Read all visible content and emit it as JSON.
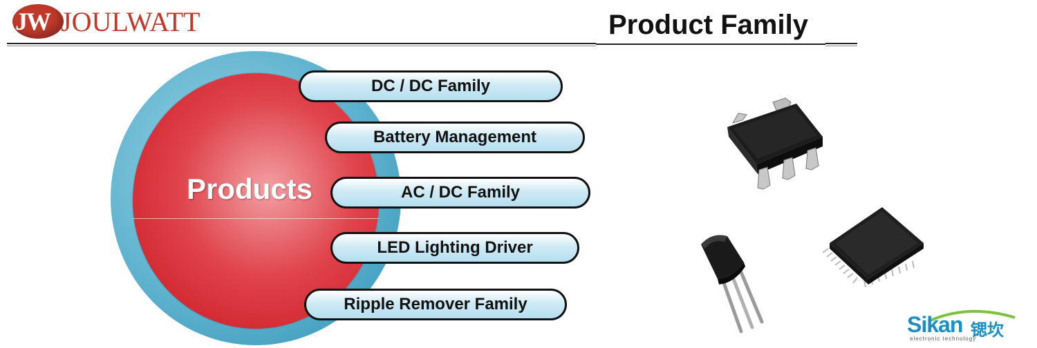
{
  "header": {
    "logo_mark": "JW",
    "logo_name": "JOULWATT",
    "title": "Product Family"
  },
  "diagram": {
    "center_label": "Products",
    "items": [
      {
        "label": "DC / DC Family"
      },
      {
        "label": "Battery Management"
      },
      {
        "label": "AC / DC Family"
      },
      {
        "label": "LED Lighting Driver"
      },
      {
        "label": "Ripple Remover Family"
      }
    ]
  },
  "images": {
    "chip_1": "sot-23-5-package-icon",
    "chip_2": "to-92-package-icon",
    "chip_3": "qfp-package-icon"
  },
  "watermark": {
    "word": "Sikan",
    "cn": "锶坎",
    "sub": "electronic technology"
  },
  "colors": {
    "brand_red": "#c0392b",
    "disc_red": "#e0444c",
    "ring_blue": "#5fb3cf",
    "pill_fill": "#cfeaf5",
    "sikan_blue": "#1b8fc4"
  }
}
